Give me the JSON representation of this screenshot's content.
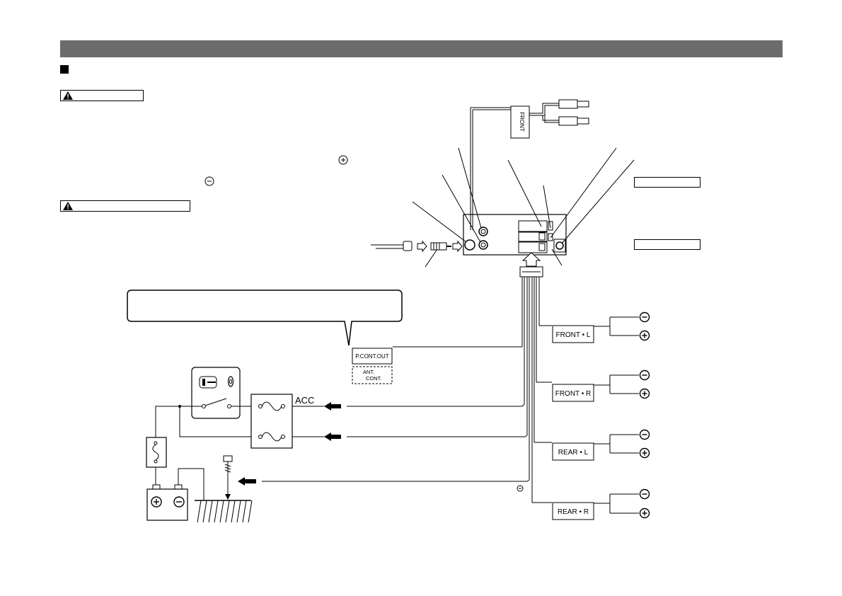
{
  "labels": {
    "front": "FRONT",
    "p_cont_out": "P.CONT.OUT",
    "ant_cont_line1": "ANT.",
    "ant_cont_line2": "CONT.",
    "acc": "ACC",
    "front_l": "FRONT • L",
    "front_r": "FRONT • R",
    "rear_l": "REAR • L",
    "rear_r": "REAR • R"
  },
  "icons": {
    "warning": "warning-triangle-icon",
    "plus": "plus-circle-icon",
    "minus": "minus-circle-icon",
    "key": "ignition-key-icon",
    "fuse": "fuse-icon",
    "battery": "battery-icon",
    "ground": "chassis-ground-icon"
  }
}
